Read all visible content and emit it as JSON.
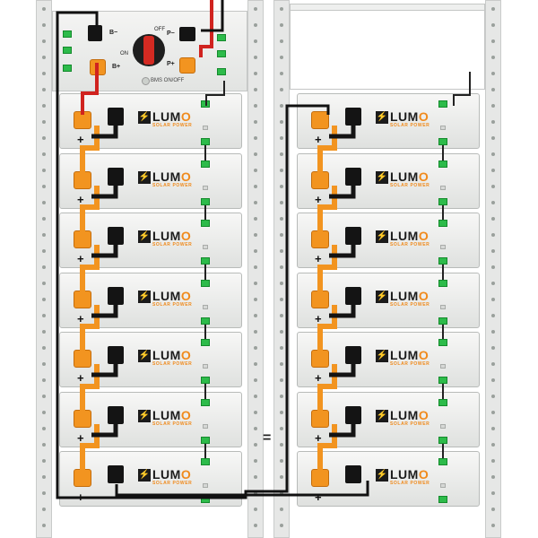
{
  "brand": {
    "mark": "⚡",
    "word_main": "LUM",
    "word_accent": "O",
    "tagline": "SOLAR POWER"
  },
  "control_box": {
    "b_minus": "B−",
    "b_plus": "B+",
    "p_minus": "P−",
    "p_plus": "P+",
    "switch_off": "OFF",
    "switch_on": "ON",
    "status_text": "BMS ON/OFF"
  },
  "module_terminal_plus": "+",
  "rack_separator": "=",
  "colors": {
    "terminal_positive": "#f29420",
    "terminal_negative": "#141414",
    "brand_accent": "#f08a1c",
    "comm_connector": "#2dbb4a",
    "main_cable_positive": "#d0231f",
    "main_cable_negative": "#111111",
    "frame": "#e6e7e6"
  },
  "racks": [
    {
      "name": "left",
      "module_count": 7,
      "has_control_box": true
    },
    {
      "name": "right",
      "module_count": 7,
      "has_control_box": false
    }
  ]
}
